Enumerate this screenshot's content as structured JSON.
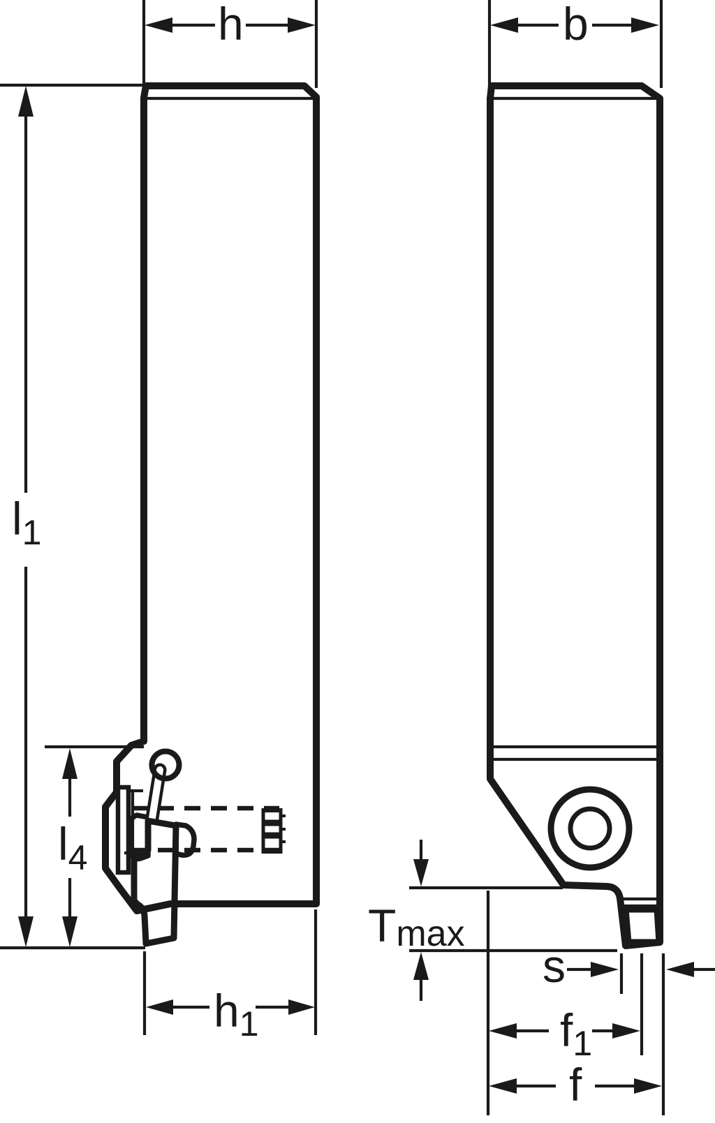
{
  "dimensions": {
    "h": {
      "label": "h"
    },
    "b": {
      "label": "b"
    },
    "l1": {
      "main": "l",
      "sub": "1"
    },
    "l4": {
      "main": "l",
      "sub": "4"
    },
    "h1": {
      "main": "h",
      "sub": "1"
    },
    "tmax": {
      "main": "T",
      "sub": "max"
    },
    "s": {
      "label": "s"
    },
    "f1": {
      "main": "f",
      "sub": "1"
    },
    "f": {
      "label": "f"
    }
  },
  "colors": {
    "background": "#ffffff",
    "body": "#d6dcd9",
    "insert": "#f9d07a",
    "line": "#1a1a1a",
    "white": "#ffffff"
  }
}
